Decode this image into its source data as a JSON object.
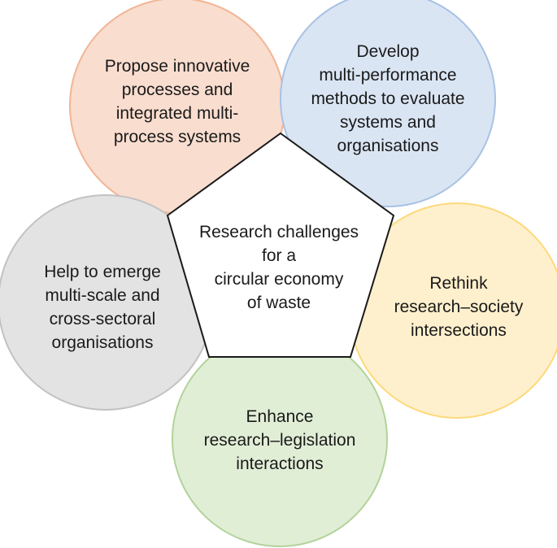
{
  "diagram": {
    "center": {
      "text": "Research challenges\nfor a\ncircular economy\nof waste"
    },
    "petals": [
      {
        "id": "top-left",
        "text": "Propose innovative\nprocesses and\nintegrated multi-\nprocess systems",
        "fill": "#f9ddcf",
        "stroke": "#f1b595"
      },
      {
        "id": "top-right",
        "text": "Develop\nmulti-performance\nmethods to evaluate\nsystems and\norganisations",
        "fill": "#dae5f3",
        "stroke": "#a8c2e4"
      },
      {
        "id": "right",
        "text": "Rethink\nresearch–society\nintersections",
        "fill": "#fff0cd",
        "stroke": "#fdd97a"
      },
      {
        "id": "bottom",
        "text": "Enhance\nresearch–legislation\ninteractions",
        "fill": "#e1eed6",
        "stroke": "#b1d39a"
      },
      {
        "id": "left",
        "text": "Help to emerge\nmulti-scale and\ncross-sectoral\norganisations",
        "fill": "#e3e3e3",
        "stroke": "#c2c2c2"
      }
    ]
  }
}
